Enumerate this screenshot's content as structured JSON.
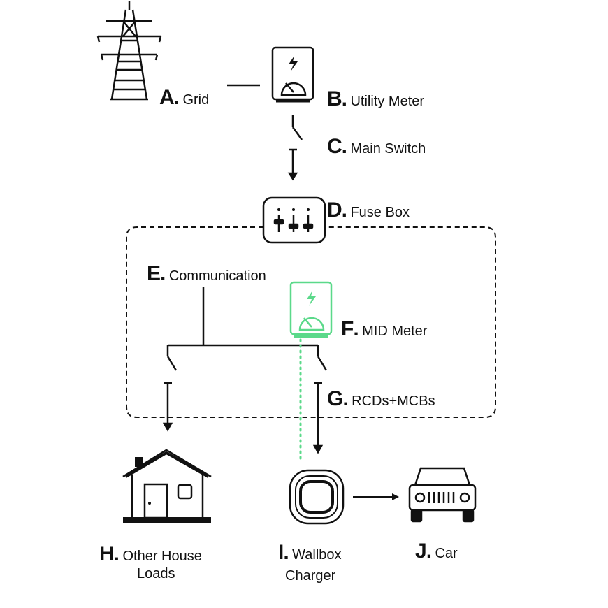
{
  "nodes": {
    "a": {
      "letter": "A",
      "name": "Grid",
      "icon": "power-pylon-icon"
    },
    "b": {
      "letter": "B",
      "name": "Utility Meter",
      "icon": "utility-meter-icon"
    },
    "c": {
      "letter": "C",
      "name": "Main Switch",
      "icon": "switch-icon"
    },
    "d": {
      "letter": "D",
      "name": "Fuse Box",
      "icon": "fuse-box-icon"
    },
    "e": {
      "letter": "E",
      "name": "Communication"
    },
    "f": {
      "letter": "F",
      "name": "MID Meter",
      "icon": "mid-meter-icon"
    },
    "g": {
      "letter": "G",
      "name": "RCDs+MCBs",
      "icon": "breaker-switch-icon"
    },
    "h": {
      "letter": "H",
      "name_line1": "Other House",
      "name_line2": "Loads",
      "icon": "house-icon"
    },
    "i": {
      "letter": "I",
      "name_line1": "Wallbox",
      "name_line2": "Charger",
      "icon": "wallbox-charger-icon"
    },
    "j": {
      "letter": "J",
      "name": "Car",
      "icon": "car-icon"
    }
  },
  "colors": {
    "line": "#111111",
    "accent": "#5bd98a",
    "background": "#ffffff"
  }
}
